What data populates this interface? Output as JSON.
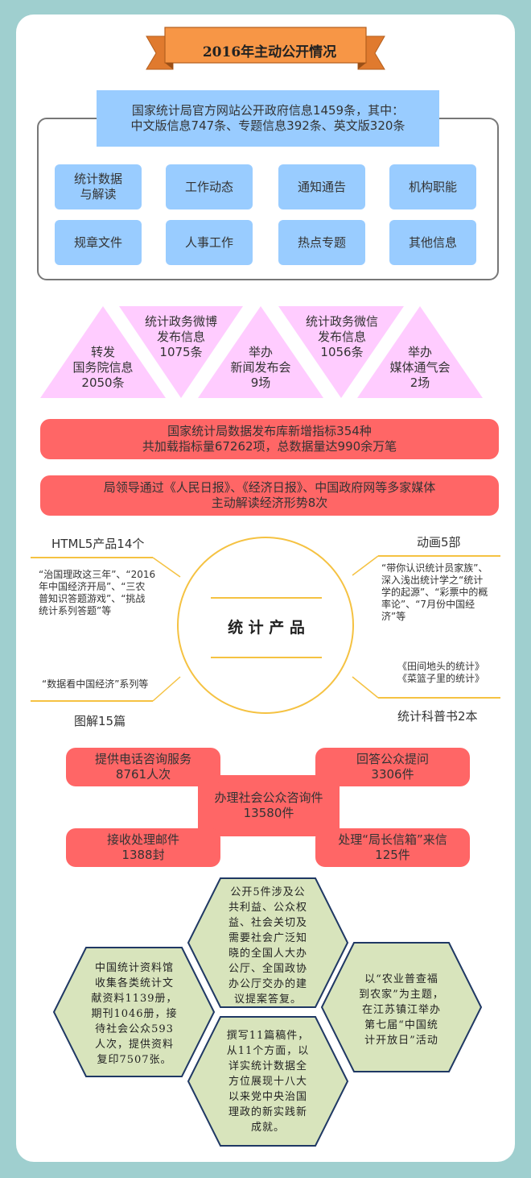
{
  "banner": {
    "title": "2016年主动公开情况"
  },
  "website": {
    "line1": "国家统计局官方网站公开政府信息1459条，其中：",
    "line2": "中文版信息747条、专题信息392条、英文版320条",
    "categories": [
      "统计数据\n与解读",
      "工作动态",
      "通知通告",
      "机构职能",
      "规章文件",
      "人事工作",
      "热点专题",
      "其他信息"
    ]
  },
  "triangles": [
    {
      "name": "state-council",
      "l1": "转发",
      "l2": "国务院信息",
      "l3": "2050条"
    },
    {
      "name": "weibo",
      "l1": "统计政务微博",
      "l2": "发布信息",
      "l3": "1075条"
    },
    {
      "name": "press",
      "l1": "举办",
      "l2": "新闻发布会",
      "l3": "9场"
    },
    {
      "name": "wechat",
      "l1": "统计政务微信",
      "l2": "发布信息",
      "l3": "1056条"
    },
    {
      "name": "media",
      "l1": "举办",
      "l2": "媒体通气会",
      "l3": "2场"
    }
  ],
  "bars": [
    {
      "l1": "国家统计局数据发布库新增指标354种",
      "l2": "共加载指标量67262项，总数据量达990余万笔"
    },
    {
      "l1": "局领导通过《人民日报》、《经济日报》、中国政府网等多家媒体",
      "l2": "主动解读经济形势8次"
    }
  ],
  "products": {
    "center": "统 计 产 品",
    "html5": {
      "label": "HTML5产品14个",
      "desc": [
        "“治国理政这三年”、“2016",
        "年中国经济开局”、“三农",
        "普知识答题游戏”、“挑战",
        "统计系列答题”等"
      ]
    },
    "anim": {
      "label": "动画5部",
      "desc": [
        "“带你认识统计员家族”、",
        "深入浅出统计学之“统计",
        "学的起源”、“彩票中的概",
        "率论”、“7月份中国经",
        "济”等"
      ]
    },
    "graphic": {
      "label": "图解15篇",
      "desc": [
        "“数据看中国经济”系列等"
      ]
    },
    "book": {
      "label": "统计科普书2本",
      "desc": [
        "《田间地头的统计》",
        "《菜篮子里的统计》"
      ]
    }
  },
  "services": {
    "phone": {
      "l1": "提供电话咨询服务",
      "l2": "8761人次"
    },
    "answer": {
      "l1": "回答公众提问",
      "l2": "3306件"
    },
    "center": {
      "l1": "办理社会公众咨询件",
      "l2": "13580件"
    },
    "mail": {
      "l1": "接收处理邮件",
      "l2": "1388封"
    },
    "letters": {
      "l1": "处理“局长信箱”来信",
      "l2": "125件"
    }
  },
  "hexes": {
    "top": [
      "公开5件涉及公",
      "共利益、公众权",
      "益、社会关切及",
      "需要社会广泛知",
      "晓的全国人大办",
      "公厅、全国政协",
      "办公厅交办的建",
      "议提案答复。"
    ],
    "left": [
      "中国统计资料馆",
      "收集各类统计文",
      "献资料1139册，",
      "期刊1046册，接",
      "待社会公众593",
      "人次，提供资料",
      "复印7507张。"
    ],
    "right": [
      "以“农业普查福",
      "到农家”为主题，",
      "在江苏镇江举办",
      "第七届“中国统",
      "计开放日”活动"
    ],
    "bottom": [
      "撰写11篇稿件，",
      "从11个方面，以",
      "详实统计数据全",
      "方位展现十八大",
      "以来党中央治国",
      "理政的新实践新",
      "成就。"
    ]
  },
  "colors": {
    "frame": "#9fcfcf",
    "banner": "#f79646",
    "blue": "#99ccff",
    "pink": "#ffccff",
    "red": "#ff6666",
    "circle": "#f5c242",
    "hex_fill": "#d8e4bc",
    "hex_stroke": "#1f3864"
  }
}
